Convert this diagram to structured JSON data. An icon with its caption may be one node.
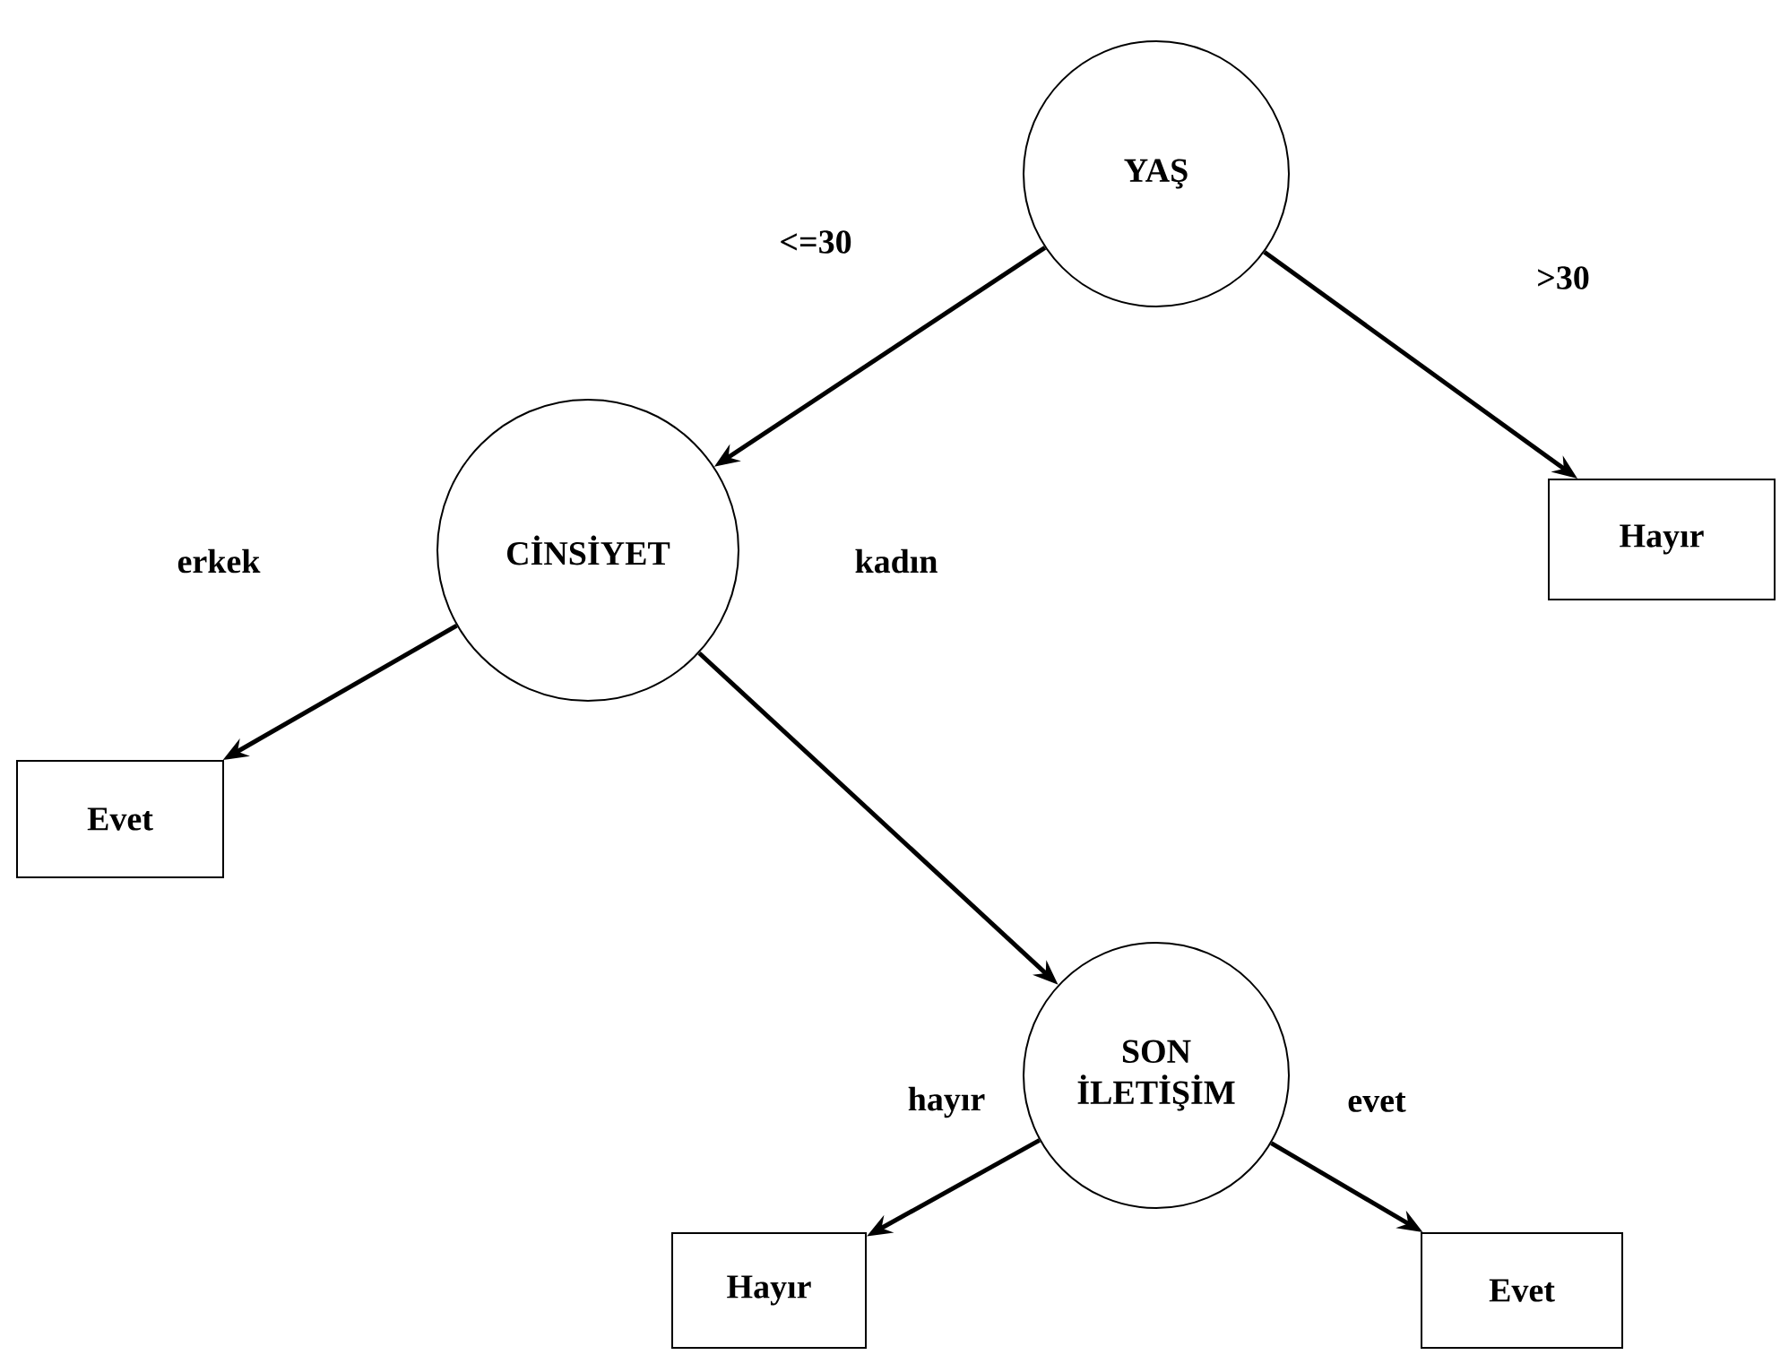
{
  "diagram": {
    "nodes": [
      {
        "text": [
          "YAŞ"
        ]
      },
      {
        "text": [
          "CİNSİYET"
        ]
      },
      {
        "text": [
          "Evet"
        ]
      },
      {
        "text": [
          "Hayır"
        ]
      },
      {
        "text": [
          "SON İLETİŞİM"
        ]
      },
      {
        "text": [
          "Hayır"
        ]
      },
      {
        "text": [
          "Evet"
        ]
      }
    ],
    "edges": [
      {
        "from": 0,
        "to": 1,
        "arrow": "to",
        "label": "<=30"
      },
      {
        "from": 0,
        "to": 3,
        "arrow": "to",
        "label": ">30"
      },
      {
        "from": 1,
        "to": 2,
        "arrow": "to",
        "label": "erkek"
      },
      {
        "from": 1,
        "to": 4,
        "arrow": "to",
        "label": "kadın"
      },
      {
        "from": 4,
        "to": 5,
        "arrow": "to",
        "label": "hayır"
      },
      {
        "from": 4,
        "to": 6,
        "arrow": "to",
        "label": "evet"
      }
    ]
  }
}
